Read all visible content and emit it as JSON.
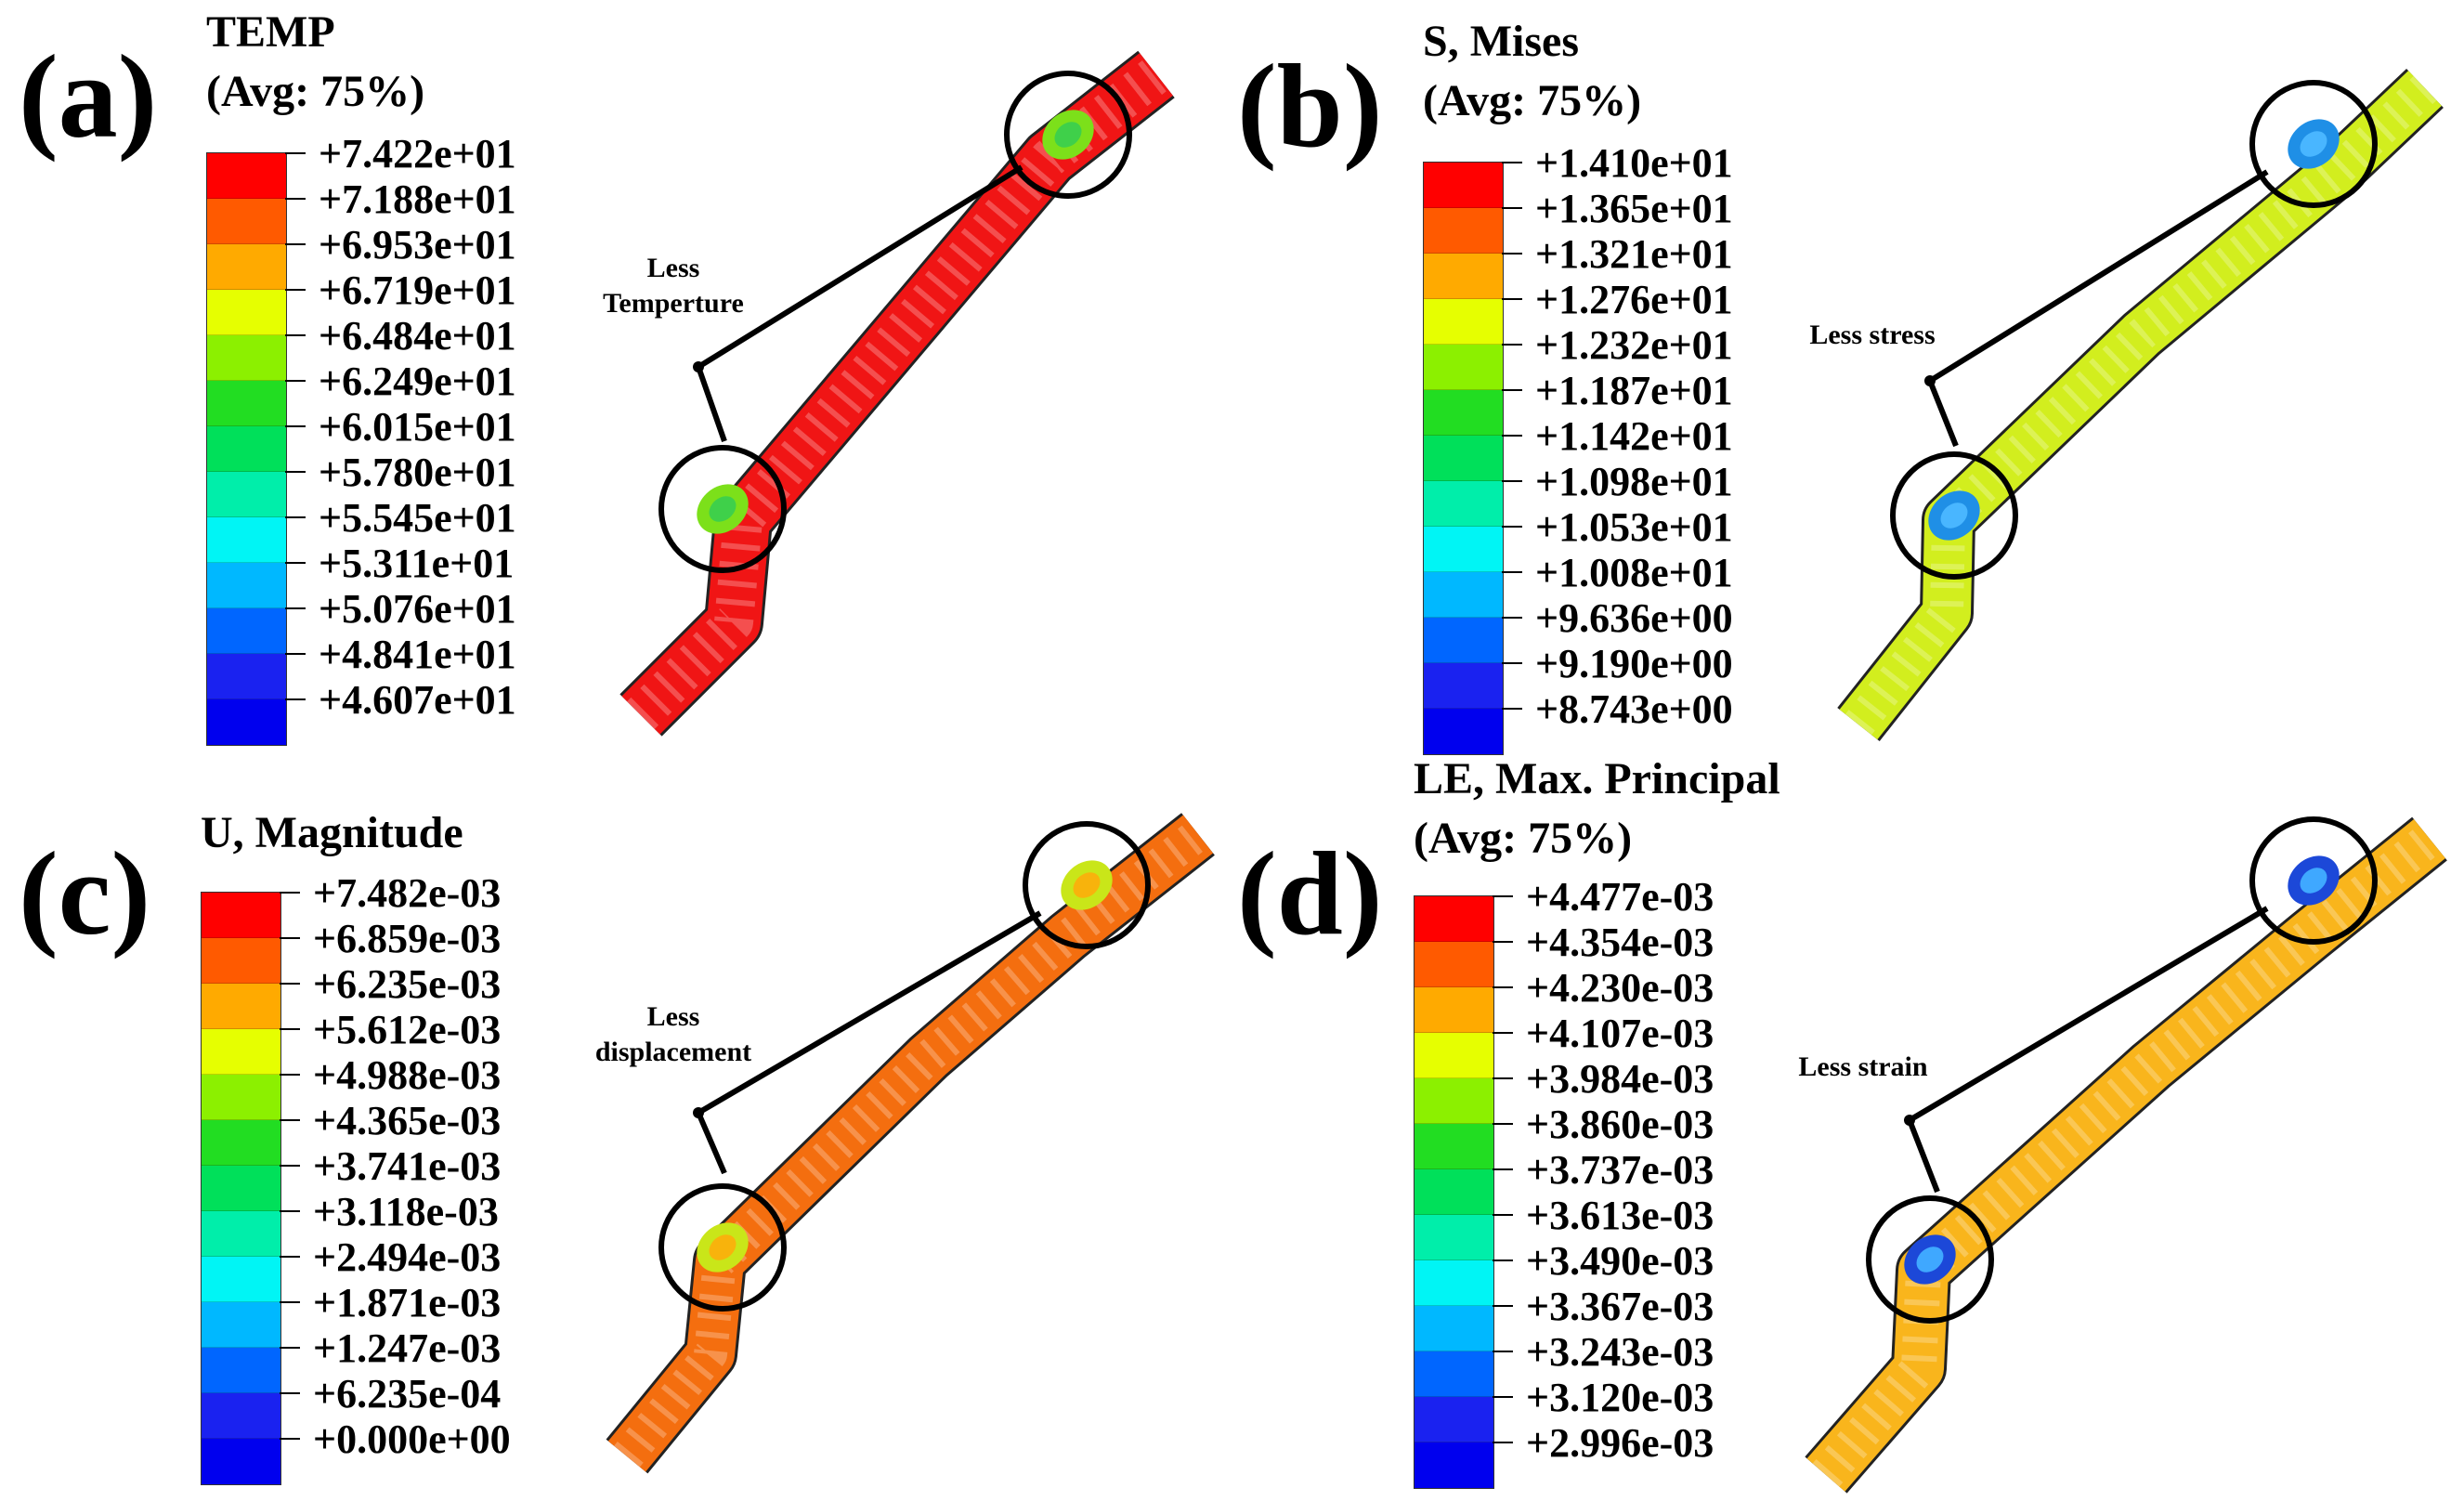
{
  "panels": [
    {
      "letter": "(a)",
      "title_lines": [
        "TEMP",
        "(Avg: 75%)"
      ],
      "values": [
        "+7.422e+01",
        "+7.188e+01",
        "+6.953e+01",
        "+6.719e+01",
        "+6.484e+01",
        "+6.249e+01",
        "+6.015e+01",
        "+5.780e+01",
        "+5.545e+01",
        "+5.311e+01",
        "+5.076e+01",
        "+4.841e+01",
        "+4.607e+01"
      ],
      "annotation_lines": [
        "Less",
        "Temperture"
      ],
      "body_color": "#f01515",
      "hotspot_colors": [
        "#7ce01a",
        "#3fd04a"
      ]
    },
    {
      "letter": "(b)",
      "title_lines": [
        "S, Mises",
        "(Avg: 75%)"
      ],
      "values": [
        "+1.410e+01",
        "+1.365e+01",
        "+1.321e+01",
        "+1.276e+01",
        "+1.232e+01",
        "+1.187e+01",
        "+1.142e+01",
        "+1.098e+01",
        "+1.053e+01",
        "+1.008e+01",
        "+9.636e+00",
        "+9.190e+00",
        "+8.743e+00"
      ],
      "annotation_lines": [
        "Less stress"
      ],
      "body_color": "#d2ee1e",
      "hotspot_colors": [
        "#1f8fe6",
        "#49b6ff"
      ]
    },
    {
      "letter": "(c)",
      "title_lines": [
        "U, Magnitude"
      ],
      "values": [
        "+7.482e-03",
        "+6.859e-03",
        "+6.235e-03",
        "+5.612e-03",
        "+4.988e-03",
        "+4.365e-03",
        "+3.741e-03",
        "+3.118e-03",
        "+2.494e-03",
        "+1.871e-03",
        "+1.247e-03",
        "+6.235e-04",
        "+0.000e+00"
      ],
      "annotation_lines": [
        "Less",
        "displacement"
      ],
      "body_color": "#f46e0f",
      "hotspot_colors": [
        "#c9e619",
        "#f8b30c"
      ]
    },
    {
      "letter": "(d)",
      "title_lines": [
        "LE, Max. Principal",
        "(Avg: 75%)"
      ],
      "values": [
        "+4.477e-03",
        "+4.354e-03",
        "+4.230e-03",
        "+4.107e-03",
        "+3.984e-03",
        "+3.860e-03",
        "+3.737e-03",
        "+3.613e-03",
        "+3.490e-03",
        "+3.367e-03",
        "+3.243e-03",
        "+3.120e-03",
        "+2.996e-03"
      ],
      "annotation_lines": [
        "Less strain"
      ],
      "body_color": "#f9b51c",
      "hotspot_colors": [
        "#1c48d8",
        "#3fa8ff"
      ]
    }
  ],
  "legend_colors": [
    "#ff0000",
    "#ff5a00",
    "#ffaa00",
    "#e6ff00",
    "#8cf000",
    "#22dd22",
    "#00e05a",
    "#00eeaa",
    "#00f5f5",
    "#00b8ff",
    "#0066ff",
    "#1a22f0",
    "#0000ee"
  ]
}
